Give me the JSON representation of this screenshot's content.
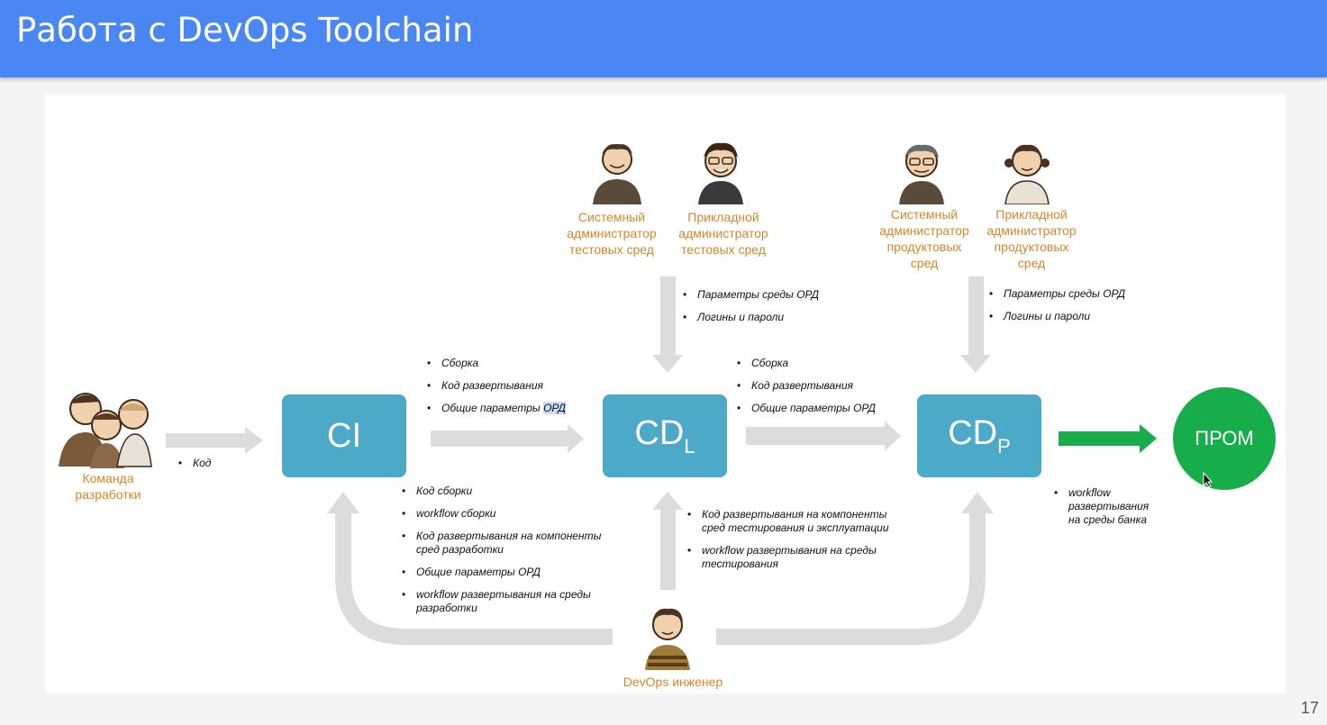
{
  "header": {
    "title": "Работа с DevOps Toolchain"
  },
  "page_number": "17",
  "nodes": {
    "ci": "CI",
    "cdl": {
      "main": "CD",
      "sub": "L"
    },
    "cdp": {
      "main": "CD",
      "sub": "P"
    },
    "prom": "ПРОМ"
  },
  "actors": {
    "dev_team": "Команда\nразработки",
    "sysadmin_test": "Системный\nадминистратор\nтестовых сред",
    "appadmin_test": "Прикладной\nадминистратор\nтестовых сред",
    "sysadmin_prod": "Системный\nадминистратор\nпродуктовых\nсред",
    "appadmin_prod": "Прикладной\nадминистратор\nпродуктовых\nсред",
    "devops": "DevOps инженер"
  },
  "bullets": {
    "dev_to_ci": [
      "Код"
    ],
    "ci_to_cdl": [
      "Сборка",
      "Код развертывания"
    ],
    "ci_to_cdl_last": {
      "prefix": "Общие параметры ",
      "highlight": "ОРД"
    },
    "cdl_to_cdp": [
      "Сборка",
      "Код развертывания",
      "Общие параметры ОРД"
    ],
    "test_admins": [
      "Параметры среды ОРД",
      "Логины и пароли"
    ],
    "prod_admins": [
      "Параметры среды ОРД",
      "Логины и пароли"
    ],
    "devops_to_ci": [
      "Код сборки",
      "workflow сборки",
      "Код развертывания на компоненты\nсред разработки",
      "Общие параметры ОРД",
      "workflow развертывания на среды\nразработки"
    ],
    "devops_to_cdl": [
      "Код развертывания на компоненты\nсред тестирования и эксплуатации",
      "workflow развертывания на среды\nтестирования"
    ],
    "cdp_to_prom": [
      "workflow\nразвертывания\nна среды банка"
    ]
  },
  "colors": {
    "header": "#4a87f2",
    "box": "#4ca9c8",
    "prom": "#17ad4a",
    "arrow": "#dcdcdc",
    "arrow_green": "#17ad4a",
    "label": "#d4862a"
  }
}
